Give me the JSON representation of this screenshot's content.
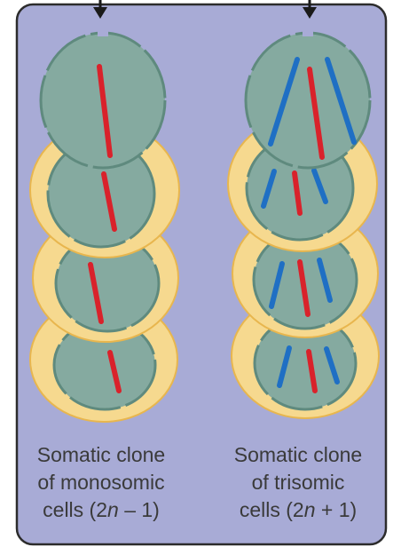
{
  "colors": {
    "panel_fill": "#a8abd6",
    "panel_border": "#2c2c2c",
    "cytoplasm_fill": "#f6d98f",
    "cytoplasm_edge": "#e8b64e",
    "nucleus_fill": "#85aaa0",
    "nucleus_edge": "#5f8a7e",
    "red_chromosome": "#d9222b",
    "blue_chromosome": "#1f6fc4",
    "arrow": "#1a1a1a"
  },
  "captions": {
    "left": {
      "line1": "Somatic clone",
      "line2": "of monosomic",
      "line3_prefix": "cells (2",
      "line3_italic": "n",
      "line3_suffix": " – 1)"
    },
    "right": {
      "line1": "Somatic clone",
      "line2": "of trisomic",
      "line3_prefix": "cells (2",
      "line3_italic": "n",
      "line3_suffix": " + 1)"
    }
  }
}
